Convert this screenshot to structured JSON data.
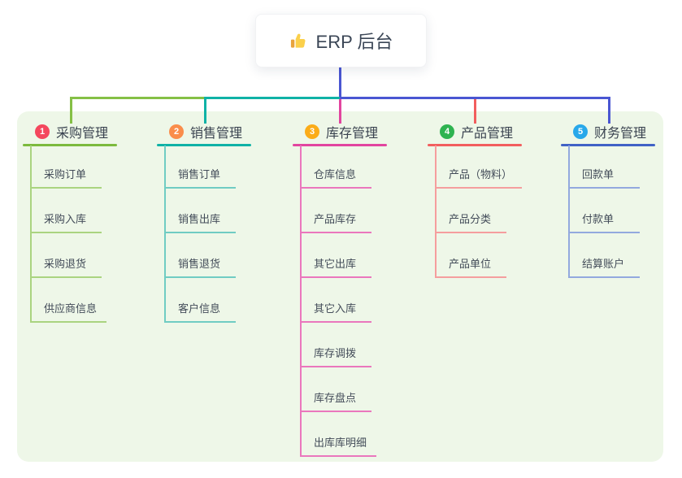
{
  "root": {
    "title": "ERP 后台",
    "icon": "thumbs-up"
  },
  "colors": {
    "trunk_blue": "#4a56d2",
    "panel_background": "#eef7e8",
    "branch_accents": [
      "#7cba3d",
      "#0fb2a6",
      "#e2459f",
      "#f25e5e",
      "#4062c6"
    ],
    "badge_colors": [
      "#f4475d",
      "#fa8d4b",
      "#fbac18",
      "#2eb350",
      "#28a8ea"
    ]
  },
  "branches": [
    {
      "number": "1",
      "label": "采购管理",
      "accent": "#7cba3d",
      "badge_color": "#f4475d",
      "children": [
        "采购订单",
        "采购入库",
        "采购退货",
        "供应商信息"
      ]
    },
    {
      "number": "2",
      "label": "销售管理",
      "accent": "#0fb2a6",
      "badge_color": "#fa8d4b",
      "children": [
        "销售订单",
        "销售出库",
        "销售退货",
        "客户信息"
      ]
    },
    {
      "number": "3",
      "label": "库存管理",
      "accent": "#e2459f",
      "badge_color": "#fbac18",
      "children": [
        "仓库信息",
        "产品库存",
        "其它出库",
        "其它入库",
        "库存调拨",
        "库存盘点",
        "出库库明细"
      ]
    },
    {
      "number": "4",
      "label": "产品管理",
      "accent": "#f25e5e",
      "badge_color": "#2eb350",
      "children": [
        "产品（物料）",
        "产品分类",
        "产品单位"
      ]
    },
    {
      "number": "5",
      "label": "财务管理",
      "accent": "#4062c6",
      "badge_color": "#28a8ea",
      "children": [
        "回款单",
        "付款单",
        "结算账户"
      ]
    }
  ]
}
